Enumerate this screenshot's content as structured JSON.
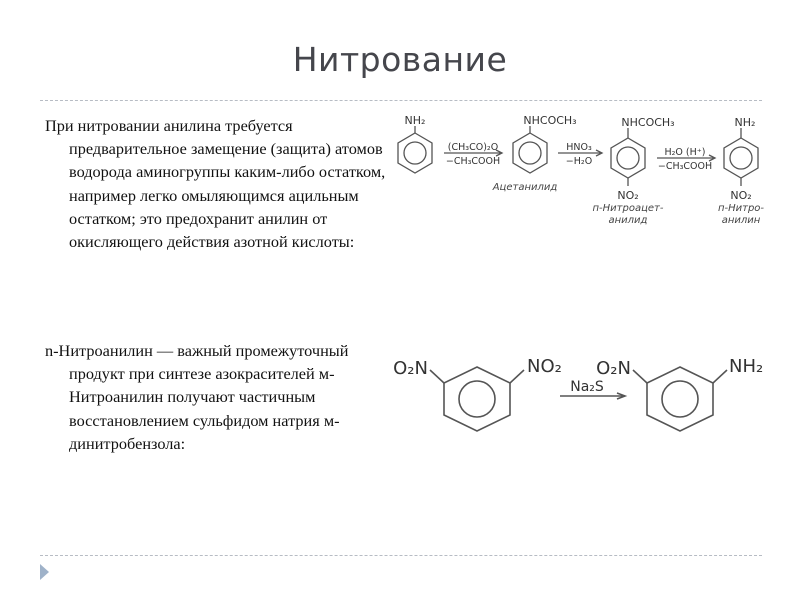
{
  "slide": {
    "title": "Нитрование",
    "paragraphs": [
      {
        "lines": [
          "При нитровании анилина требуется",
          "предварительное замещение",
          "(защита) атомов водорода",
          "аминогруппы каким-либо остатком,",
          "например легко омыляющимся",
          "ацильным остатком; это",
          "предохранит анилин от",
          "окисляющего действия азотной",
          "кислоты:"
        ]
      },
      {
        "lines": [
          "n-Нитроанилин — важный",
          "промежуточный продукт при",
          "синтезе азокрасителей м-",
          "Нитроанилин получают частичным",
          "восстановлением сульфидом натрия",
          "м-динитробензола:"
        ]
      }
    ]
  },
  "scheme1": {
    "compounds": [
      {
        "substituent_top": "NH₂",
        "substituent_bottom": "",
        "name_lines": []
      },
      {
        "substituent_top": "NHCOCH₃",
        "substituent_bottom": "",
        "name_lines": [
          "Ацетанилид"
        ]
      },
      {
        "substituent_top": "NHCOCH₃",
        "substituent_bottom": "NO₂",
        "name_lines": [
          "п-Нитроацет-",
          "анилид"
        ]
      },
      {
        "substituent_top": "NH₂",
        "substituent_bottom": "NO₂",
        "name_lines": [
          "п-Нитро-",
          "анилин"
        ]
      }
    ],
    "arrows": [
      {
        "above": "(CH₃CO)₂O",
        "below": "−CH₃COOH"
      },
      {
        "above": "HNO₃",
        "below": "−H₂O"
      },
      {
        "above": "H₂O (H⁺)",
        "below": "−CH₃COOH"
      }
    ]
  },
  "scheme2": {
    "reactant": {
      "left_group": "O₂N",
      "right_group": "NO₂"
    },
    "reagent": "Na₂S",
    "product": {
      "left_group": "O₂N",
      "right_group": "NH₂"
    }
  },
  "colors": {
    "title": "#45464c",
    "rule": "#b7bcc4",
    "bullet_arrow": "#9fb2c9",
    "chem_ink": "#333333"
  }
}
